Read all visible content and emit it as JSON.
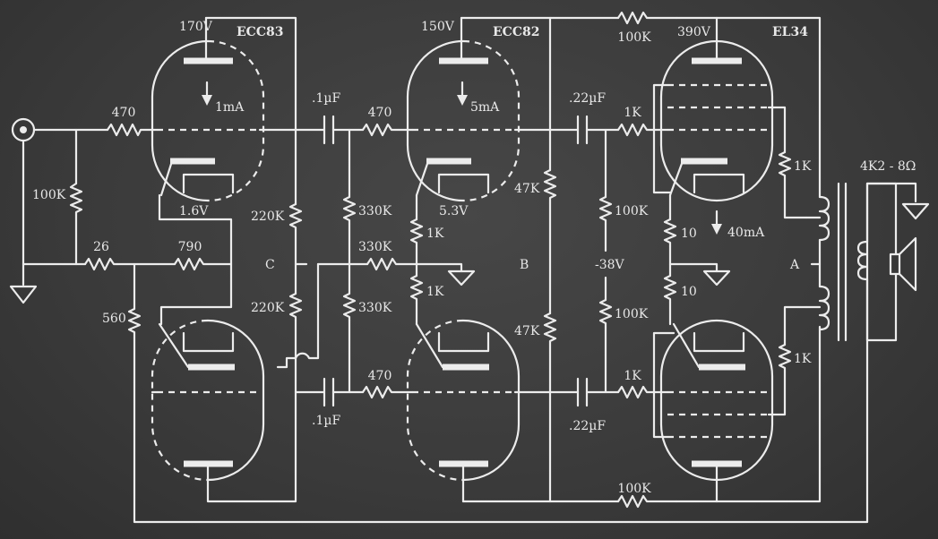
{
  "colors": {
    "background": "#3b3b3b",
    "ink": "#ececec"
  },
  "tubes": {
    "t1": {
      "name": "ECC83",
      "plate_voltage": "170V",
      "current": "1mA",
      "cathode_voltage": "1.6V"
    },
    "t2": {
      "name": "ECC82",
      "plate_voltage": "150V",
      "current": "5mA",
      "cathode_voltage": "5.3V"
    },
    "t3": {
      "name": "EL34",
      "plate_voltage": "390V",
      "current": "40mA"
    }
  },
  "nodes": {
    "A": "A",
    "B": "B",
    "C": "C",
    "bias": "-38V"
  },
  "transformer": {
    "label": "4K2 - 8Ω"
  },
  "components": {
    "r_in_grid": "470",
    "r_in_bleed": "100K",
    "r_26": "26",
    "r_790": "790",
    "r_560": "560",
    "c_top_1": ".1µF",
    "c_bot_1": ".1µF",
    "r_grid_top_2": "470",
    "r_grid_bot_2": "470",
    "r_plate_top_1": "220K",
    "r_plate_bot_1": "220K",
    "r_330k_top": "330K",
    "r_330k_mid": "330K",
    "r_330k_bot": "330K",
    "r_1k_top": "1K",
    "r_1k_bot": "1K",
    "r_47k_top": "47K",
    "r_47k_bot": "47K",
    "c_top_2": ".22µF",
    "c_bot_2": ".22µF",
    "r_grid_top_3": "1K",
    "r_grid_bot_3": "1K",
    "r_100k_top": "100K",
    "r_100k_bot": "100K",
    "r_10_top": "10",
    "r_10_bot": "10",
    "r_screen_top": "1K",
    "r_screen_bot": "1K",
    "r_fb_top": "100K",
    "r_fb_bot": "100K"
  }
}
